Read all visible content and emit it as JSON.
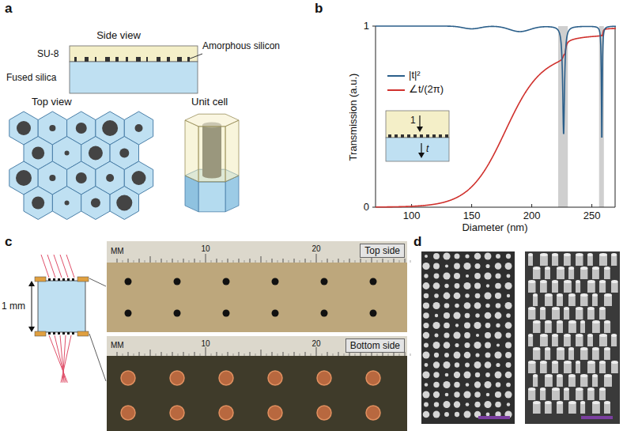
{
  "diagram": {
    "nodes": [
      {
        "text": [
          "Top side"
        ]
      },
      {
        "text": [
          "Bottom side"
        ]
      }
    ],
    "labels": [
      "a",
      "Side view",
      "SU-8",
      "Amorphous silicon",
      "Fused silica",
      "Top view",
      "Unit cell",
      "b",
      "Transmission (a.u.)",
      "1",
      "0",
      "100",
      "150",
      "200",
      "250",
      "Diameter (nm)",
      "1",
      "t",
      "c",
      "1 mm",
      "MM",
      "10",
      "20",
      "MM",
      "10",
      "20",
      "d"
    ],
    "legend": [
      {
        "text": "|t|²"
      },
      {
        "text": "∠t/(2π)"
      }
    ]
  }
}
